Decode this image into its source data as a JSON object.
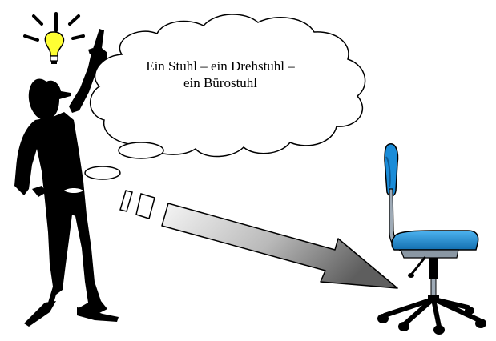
{
  "thought_bubble": {
    "line1": "Ein Stuhl – ein Drehstuhl –",
    "line2": "ein Bürostuhl"
  },
  "colors": {
    "silhouette": "#000000",
    "bulb": "#ffff33",
    "chair_blue": "#1a8cd8",
    "chair_metal": "#7a8a99",
    "arrow_light": "#f2f2f2",
    "arrow_dark": "#6a6a6a"
  },
  "icons": {
    "idea": "light-bulb-icon",
    "person": "thinking-person-silhouette",
    "chair": "office-swivel-chair-icon",
    "arrow": "diagonal-arrow-icon"
  }
}
